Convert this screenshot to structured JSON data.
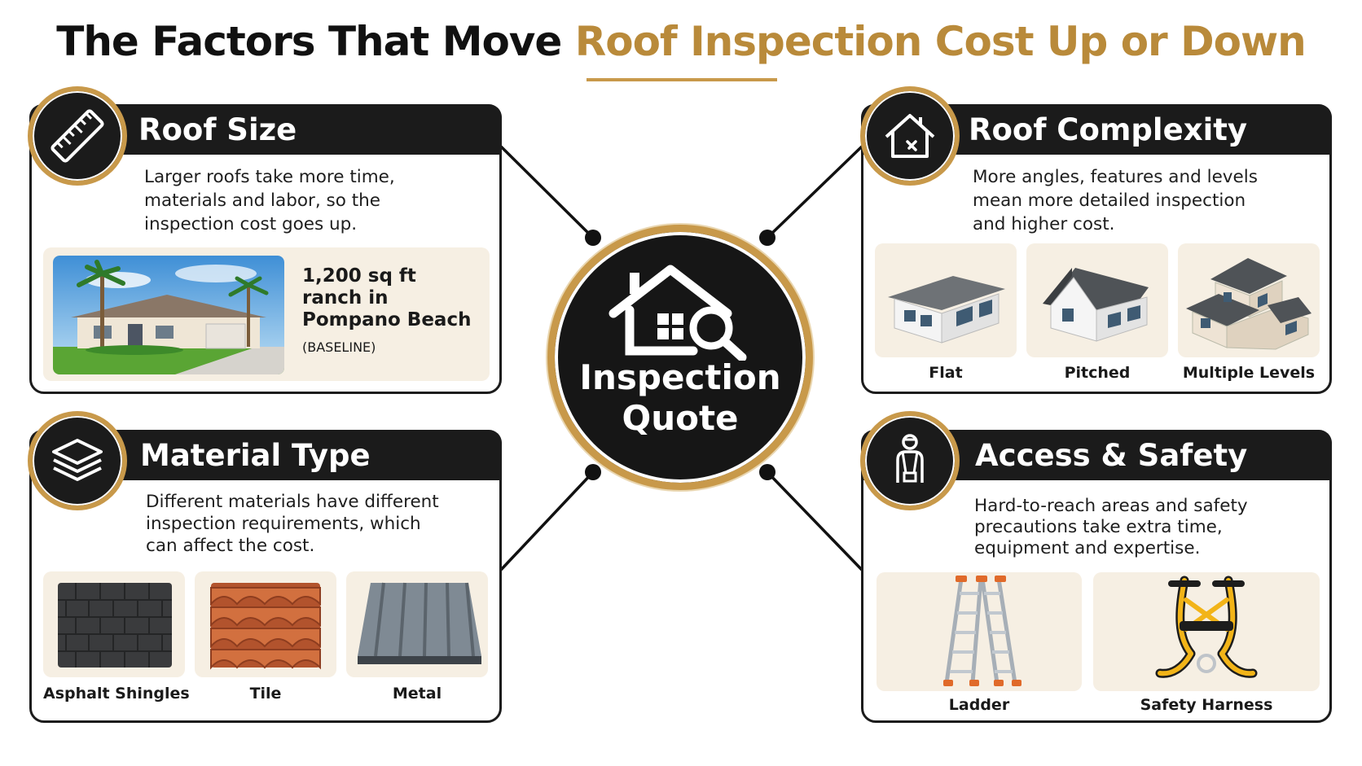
{
  "title": {
    "lead": "The Factors That Move ",
    "highlight": "Roof Inspection Cost Up or Down"
  },
  "center": {
    "label_line1": "Inspection",
    "label_line2": "Quote",
    "icon": "house-magnifier-icon"
  },
  "colors": {
    "gold": "#c8994a",
    "dark": "#1b1b1b",
    "tile_bg": "#f6efe3"
  },
  "roof_size": {
    "title": "Roof Size",
    "icon": "ruler-icon",
    "desc": [
      "Larger roofs take more time,",
      "materials and labor, so the",
      "inspection cost goes up."
    ],
    "example": {
      "line1": "1,200 sq ft",
      "line2": "ranch in",
      "line3": "Pompano Beach",
      "note": "(BASELINE)"
    }
  },
  "roof_complexity": {
    "title": "Roof Complexity",
    "icon": "house-outline-icon",
    "desc": [
      "More angles, features and levels",
      "mean more detailed inspection",
      "and higher cost."
    ],
    "items": [
      "Flat",
      "Pitched",
      "Multiple Levels"
    ]
  },
  "material_type": {
    "title": "Material Type",
    "icon": "layers-icon",
    "desc": [
      "Different materials have different",
      "inspection requirements, which",
      "can affect the cost."
    ],
    "items": [
      "Asphalt Shingles",
      "Tile",
      "Metal"
    ]
  },
  "access_safety": {
    "title": "Access & Safety",
    "icon": "worker-harness-icon",
    "desc": [
      "Hard-to-reach areas and safety",
      "precautions take extra time,",
      "equipment and expertise."
    ],
    "items": [
      "Ladder",
      "Safety Harness"
    ]
  }
}
